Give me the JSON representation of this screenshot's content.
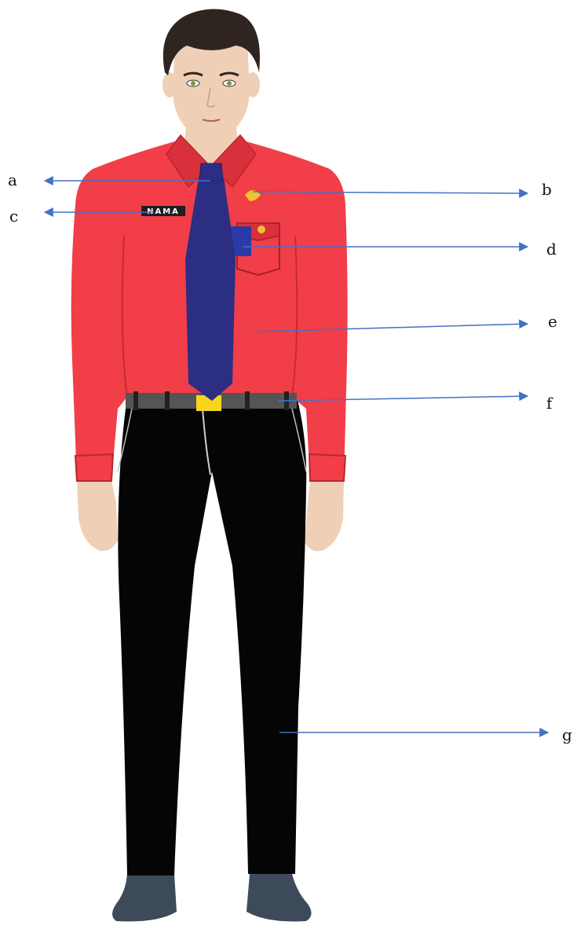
{
  "colors": {
    "shirt": "#f13e48",
    "shirt_shadow": "#d8313b",
    "tie": "#2c2e83",
    "trousers": "#050505",
    "belt": "#555555",
    "buckle": "#f7d51c",
    "skin": "#efcfb6",
    "hair": "#2f2520",
    "shoes": "#3d4a59",
    "arrow": "#4472c4",
    "id_card": "#2a3aa8",
    "badge": "#f2c12e"
  },
  "name_tag": {
    "text": "NAMA"
  },
  "callouts": [
    {
      "letter": "a",
      "target": "tie-knot"
    },
    {
      "letter": "b",
      "target": "collar-badge"
    },
    {
      "letter": "c",
      "target": "name-tag"
    },
    {
      "letter": "d",
      "target": "pocket-id-card"
    },
    {
      "letter": "e",
      "target": "shirt"
    },
    {
      "letter": "f",
      "target": "belt"
    },
    {
      "letter": "g",
      "target": "trousers"
    }
  ]
}
